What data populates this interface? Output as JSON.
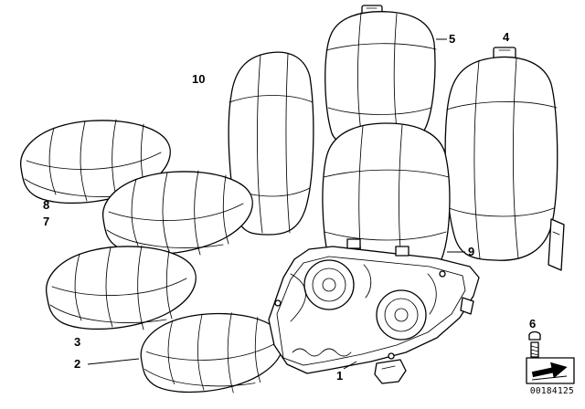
{
  "diagram": {
    "callouts": [
      {
        "label": "1"
      },
      {
        "label": "2"
      },
      {
        "label": "3"
      },
      {
        "label": "4"
      },
      {
        "label": "5"
      },
      {
        "label": "6"
      },
      {
        "label": "7"
      },
      {
        "label": "8"
      },
      {
        "label": "9"
      },
      {
        "label": "10"
      }
    ],
    "footer": {
      "doc_number": "00184125"
    },
    "colors": {
      "line": "#000000",
      "background": "#ffffff"
    },
    "icons": {
      "direction_arrow": "➤"
    }
  }
}
